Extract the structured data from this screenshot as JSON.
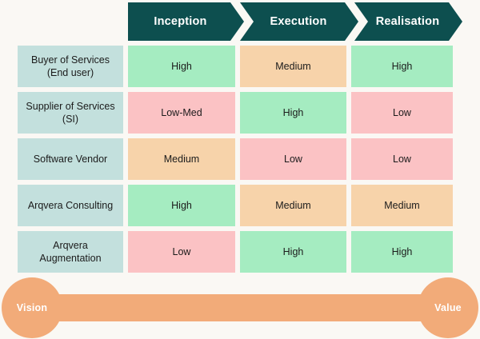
{
  "theme": {
    "background": "#faf8f4",
    "header_teal": "#0d4f4f",
    "label_cell": "#c3e0dd",
    "high": "#a5ecc1",
    "medium": "#f7d3aa",
    "low": "#fbc2c4",
    "journey_orange": "#f2ab79",
    "text_dark": "#1b1b1b",
    "text_light": "#ffffff"
  },
  "matrix": {
    "columns": [
      {
        "label": "Inception"
      },
      {
        "label": "Execution"
      },
      {
        "label": "Realisation"
      }
    ],
    "rows": [
      {
        "label": "Buyer of Services (End user)",
        "cells": [
          {
            "value": "High",
            "level": "high"
          },
          {
            "value": "Medium",
            "level": "medium"
          },
          {
            "value": "High",
            "level": "high"
          }
        ]
      },
      {
        "label": "Supplier of Services (SI)",
        "cells": [
          {
            "value": "Low-Med",
            "level": "lowmed"
          },
          {
            "value": "High",
            "level": "high"
          },
          {
            "value": "Low",
            "level": "low"
          }
        ]
      },
      {
        "label": "Software Vendor",
        "cells": [
          {
            "value": "Medium",
            "level": "medium"
          },
          {
            "value": "Low",
            "level": "low"
          },
          {
            "value": "Low",
            "level": "low"
          }
        ]
      },
      {
        "label": "Arqvera Consulting",
        "cells": [
          {
            "value": "High",
            "level": "high"
          },
          {
            "value": "Medium",
            "level": "medium"
          },
          {
            "value": "Medium",
            "level": "medium"
          }
        ]
      },
      {
        "label": "Arqvera Augmentation",
        "cells": [
          {
            "value": "Low",
            "level": "low"
          },
          {
            "value": "High",
            "level": "high"
          },
          {
            "value": "High",
            "level": "high"
          }
        ]
      }
    ]
  },
  "journey": {
    "start_label": "Vision",
    "end_label": "Value"
  }
}
